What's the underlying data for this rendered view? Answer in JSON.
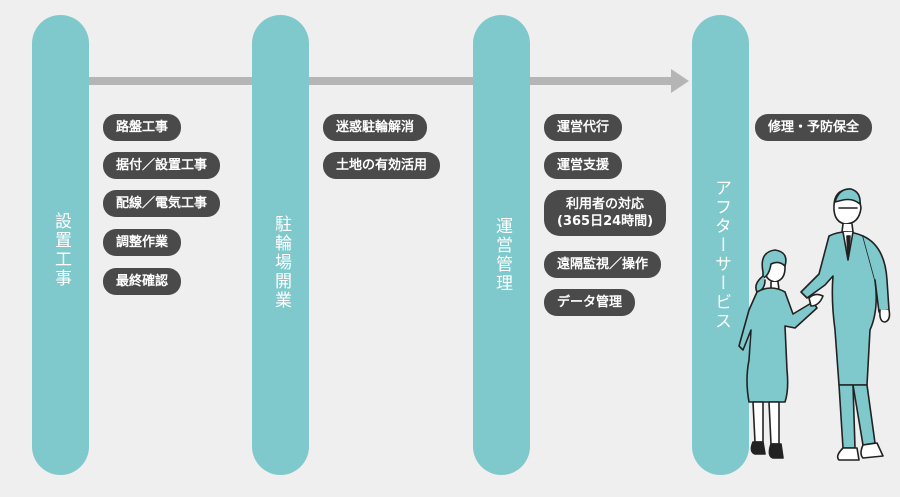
{
  "phases": [
    {
      "label": "設置工事",
      "items": [
        "路盤工事",
        "据付／設置工事",
        "配線／電気工事",
        "調整作業",
        "最終確認"
      ]
    },
    {
      "label": "駐輪場開業",
      "items": [
        "迷惑駐輪解消",
        "土地の有効活用"
      ]
    },
    {
      "label": "運営管理",
      "items": [
        "運営代行",
        "運営支援",
        "利用者の対応",
        "(365日24時間)",
        "遠隔監視／操作",
        "データ管理"
      ]
    },
    {
      "label": "アフターサービス",
      "items": [
        "修理・予防保全"
      ]
    }
  ],
  "colors": {
    "pillar": "#7fc8cc",
    "tag": "#4a4a4a",
    "arrow": "#b5b5b5",
    "background": "#efefef"
  },
  "illustration": "handshake-people-icon"
}
